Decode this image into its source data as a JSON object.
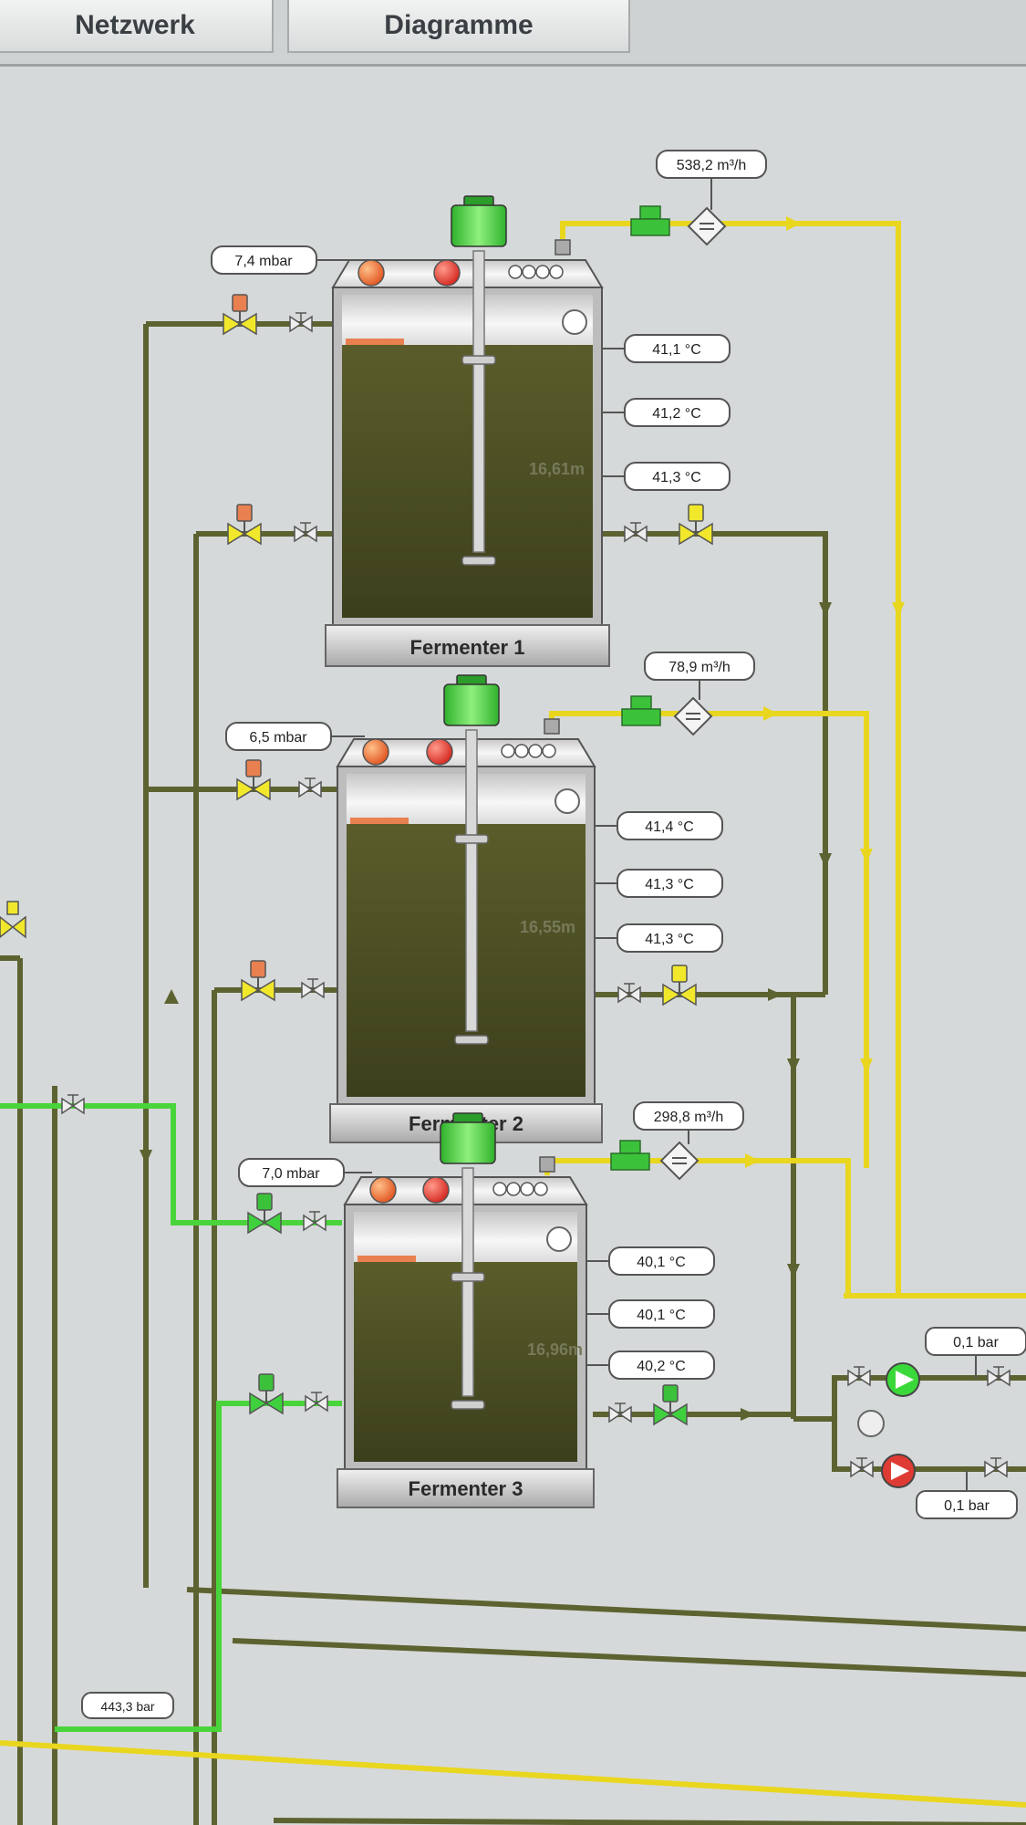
{
  "tabs": [
    {
      "label": "Netzwerk",
      "active": false
    },
    {
      "label": "Diagramme",
      "active": false
    }
  ],
  "colors": {
    "background": "#d6d9d9",
    "pipe_digestate": "#5d6231",
    "pipe_gas": "#e9d61f",
    "pipe_green": "#4ad43b",
    "liquid": "#4b4e22",
    "valve_yellow": "#f1e82c",
    "valve_green": "#3fd13d",
    "actuator_orange": "#e9804f",
    "actuator_green": "#3bc23a"
  },
  "fermenters": [
    {
      "name": "Fermenter  1",
      "pressure": "7,4 mbar",
      "gas_flow": "538,2 m³/h",
      "level": "16,61m",
      "temperatures": [
        "41,1 °C",
        "41,2 °C",
        "41,3 °C"
      ]
    },
    {
      "name": "Fermenter 2",
      "pressure": "6,5 mbar",
      "gas_flow": "78,9 m³/h",
      "level": "16,55m",
      "temperatures": [
        "41,4 °C",
        "41,3 °C",
        "41,3 °C"
      ]
    },
    {
      "name": "Fermenter 3",
      "pressure": "7,0 mbar",
      "gas_flow": "298,8 m³/h",
      "level": "16,96m",
      "temperatures": [
        "40,1 °C",
        "40,1 °C",
        "40,2 °C"
      ]
    }
  ],
  "pump_station": {
    "pressure_top": "0,1 bar",
    "pressure_bottom": "0,1 bar"
  },
  "line_pressure": "443,3 bar"
}
